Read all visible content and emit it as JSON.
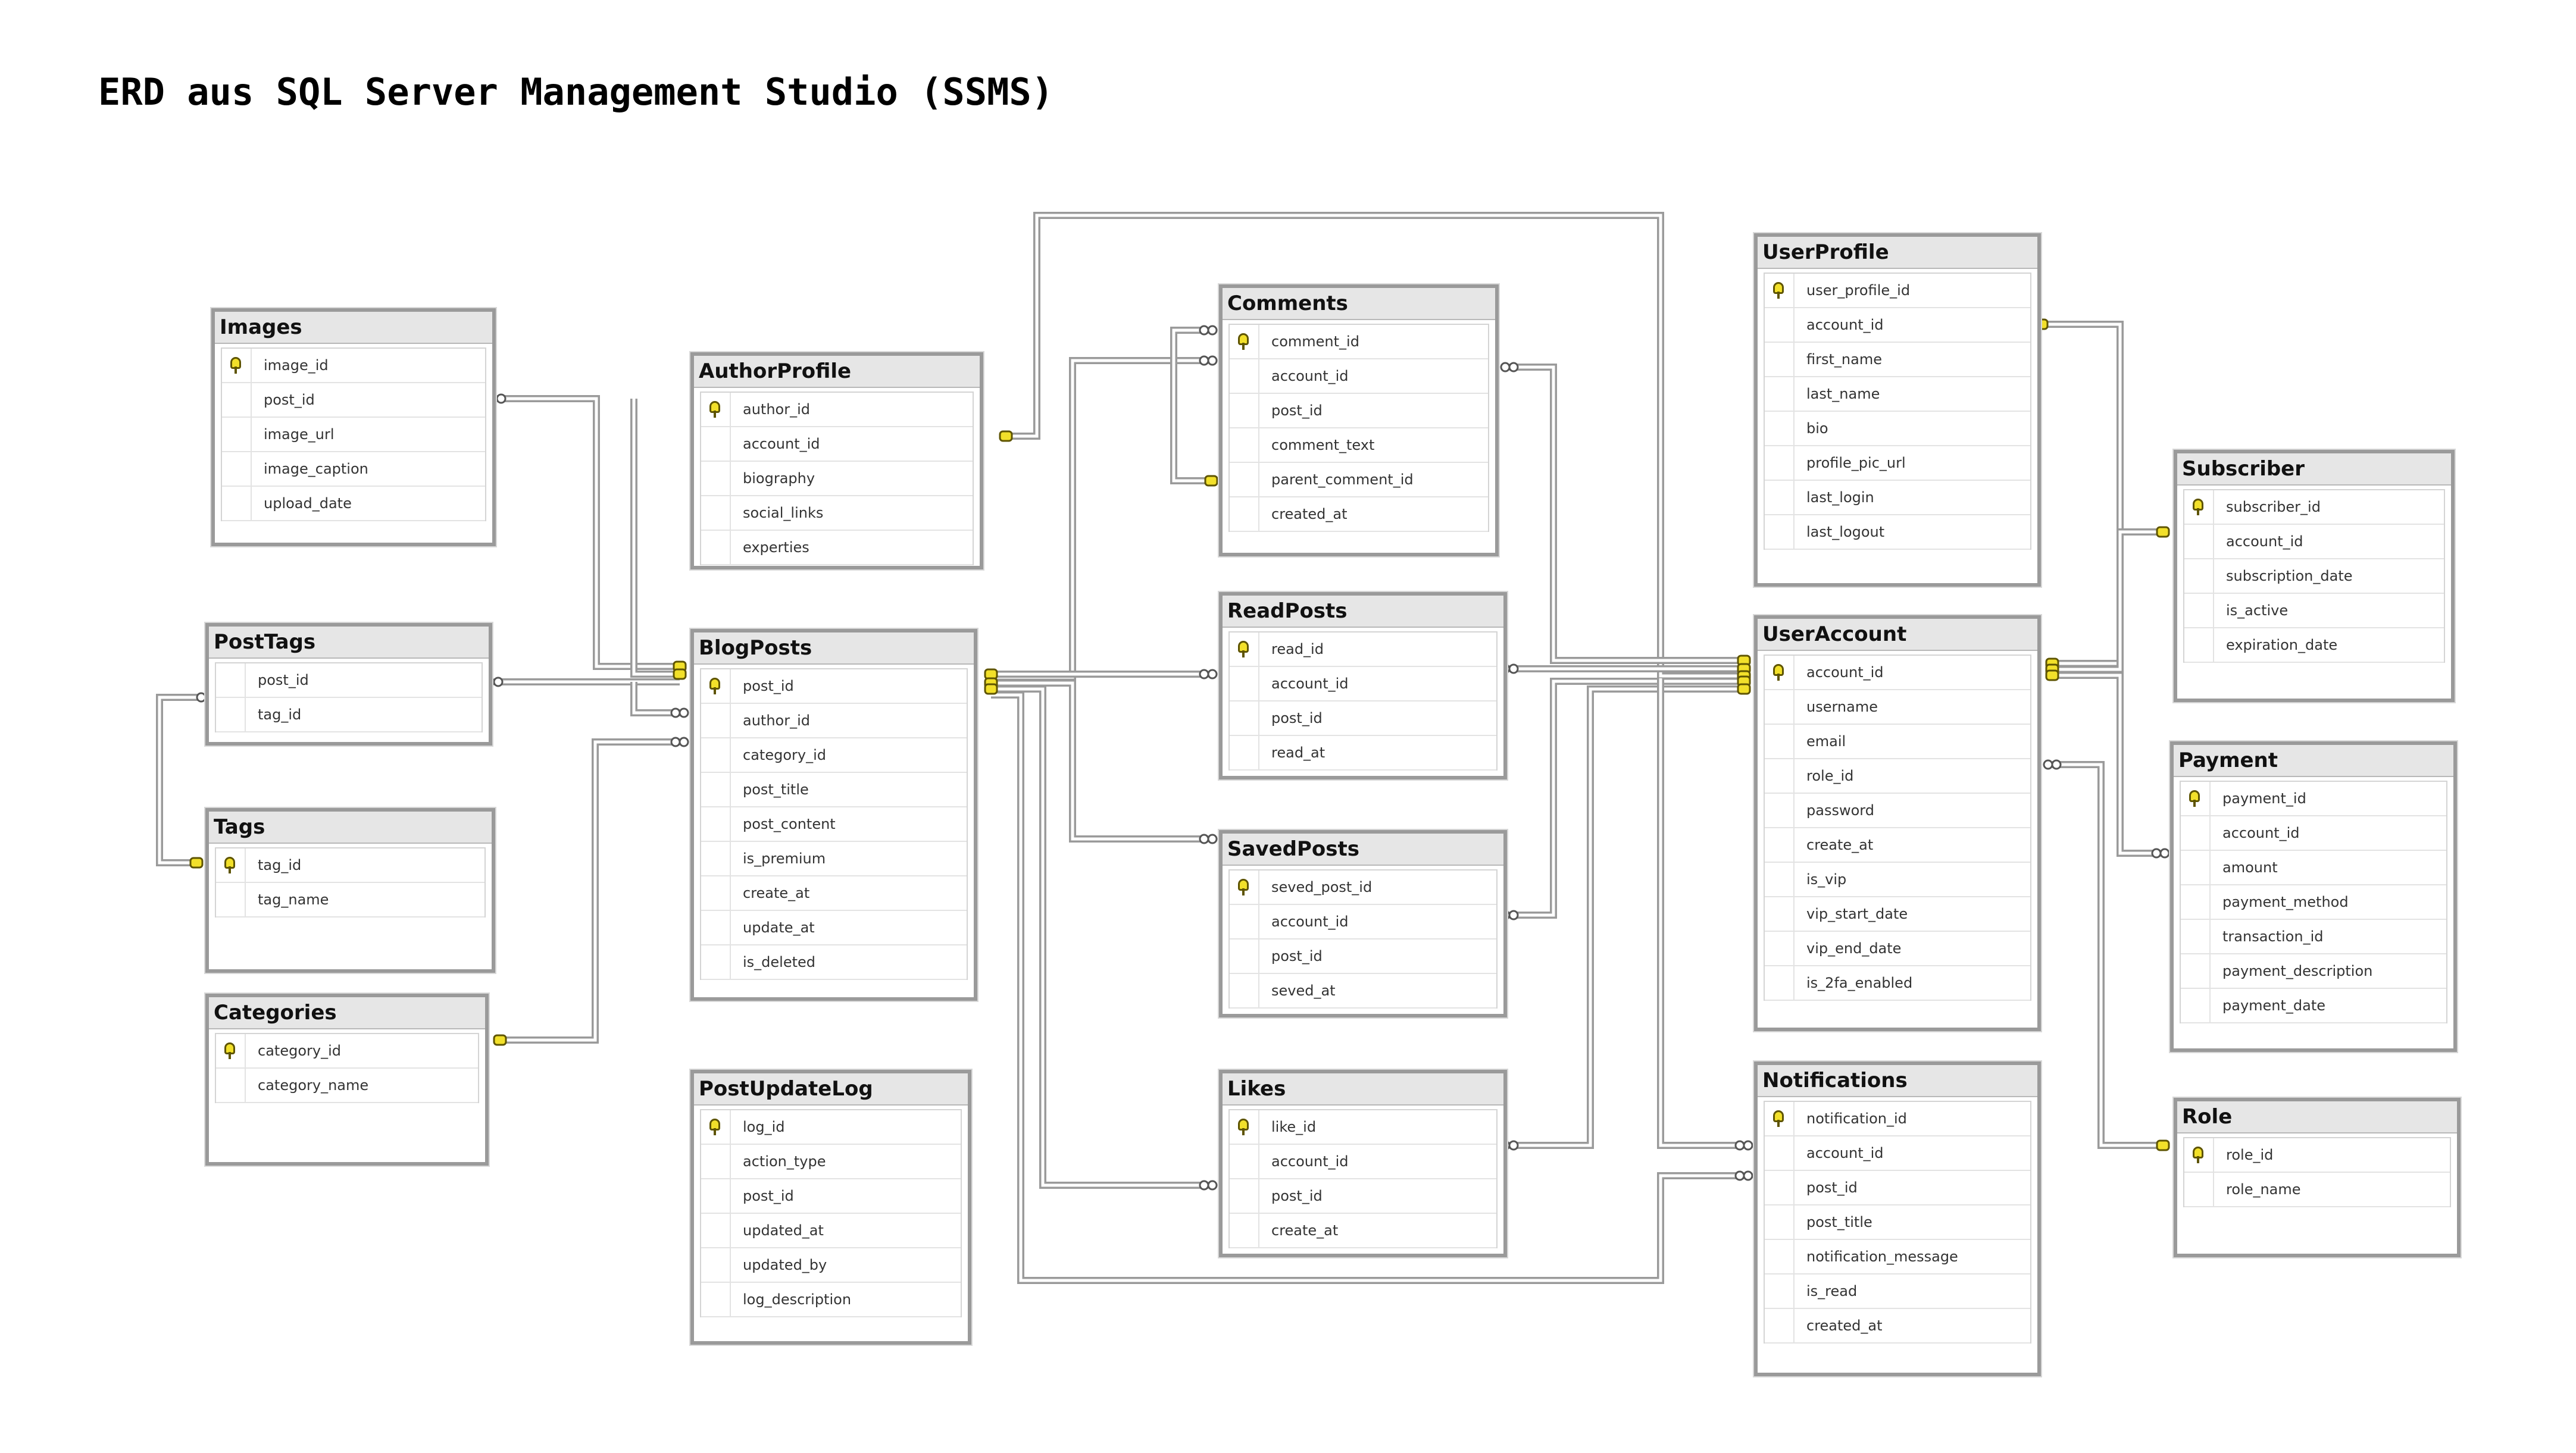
{
  "title": "ERD aus SQL Server Management Studio (SSMS)",
  "tables": [
    {
      "name": "Images",
      "columns": [
        {
          "name": "image_id",
          "pk": true
        },
        {
          "name": "post_id"
        },
        {
          "name": "image_url"
        },
        {
          "name": "image_caption"
        },
        {
          "name": "upload_date"
        }
      ]
    },
    {
      "name": "AuthorProfile",
      "columns": [
        {
          "name": "author_id",
          "pk": true
        },
        {
          "name": "account_id"
        },
        {
          "name": "biography"
        },
        {
          "name": "social_links"
        },
        {
          "name": "experties"
        }
      ]
    },
    {
      "name": "Comments",
      "columns": [
        {
          "name": "comment_id",
          "pk": true
        },
        {
          "name": "account_id"
        },
        {
          "name": "post_id"
        },
        {
          "name": "comment_text"
        },
        {
          "name": "parent_comment_id"
        },
        {
          "name": "created_at"
        }
      ]
    },
    {
      "name": "UserProfile",
      "columns": [
        {
          "name": "user_profile_id",
          "pk": true
        },
        {
          "name": "account_id"
        },
        {
          "name": "first_name"
        },
        {
          "name": "last_name"
        },
        {
          "name": "bio"
        },
        {
          "name": "profile_pic_url"
        },
        {
          "name": "last_login"
        },
        {
          "name": "last_logout"
        }
      ]
    },
    {
      "name": "Subscriber",
      "columns": [
        {
          "name": "subscriber_id",
          "pk": true
        },
        {
          "name": "account_id"
        },
        {
          "name": "subscription_date"
        },
        {
          "name": "is_active"
        },
        {
          "name": "expiration_date"
        }
      ]
    },
    {
      "name": "PostTags",
      "columns": [
        {
          "name": "post_id"
        },
        {
          "name": "tag_id"
        }
      ]
    },
    {
      "name": "BlogPosts",
      "columns": [
        {
          "name": "post_id",
          "pk": true
        },
        {
          "name": "author_id"
        },
        {
          "name": "category_id"
        },
        {
          "name": "post_title"
        },
        {
          "name": "post_content"
        },
        {
          "name": "is_premium"
        },
        {
          "name": "create_at"
        },
        {
          "name": "update_at"
        },
        {
          "name": "is_deleted"
        }
      ]
    },
    {
      "name": "ReadPosts",
      "columns": [
        {
          "name": "read_id",
          "pk": true
        },
        {
          "name": "account_id"
        },
        {
          "name": "post_id"
        },
        {
          "name": "read_at"
        }
      ]
    },
    {
      "name": "UserAccount",
      "columns": [
        {
          "name": "account_id",
          "pk": true
        },
        {
          "name": "username"
        },
        {
          "name": "email"
        },
        {
          "name": "role_id"
        },
        {
          "name": "password"
        },
        {
          "name": "create_at"
        },
        {
          "name": "is_vip"
        },
        {
          "name": "vip_start_date"
        },
        {
          "name": "vip_end_date"
        },
        {
          "name": "is_2fa_enabled"
        }
      ]
    },
    {
      "name": "Payment",
      "columns": [
        {
          "name": "payment_id",
          "pk": true
        },
        {
          "name": "account_id"
        },
        {
          "name": "amount"
        },
        {
          "name": "payment_method"
        },
        {
          "name": "transaction_id"
        },
        {
          "name": "payment_description"
        },
        {
          "name": "payment_date"
        }
      ]
    },
    {
      "name": "Tags",
      "columns": [
        {
          "name": "tag_id",
          "pk": true
        },
        {
          "name": "tag_name"
        }
      ]
    },
    {
      "name": "SavedPosts",
      "columns": [
        {
          "name": "seved_post_id",
          "pk": true
        },
        {
          "name": "account_id"
        },
        {
          "name": "post_id"
        },
        {
          "name": "seved_at"
        }
      ]
    },
    {
      "name": "Categories",
      "columns": [
        {
          "name": "category_id",
          "pk": true
        },
        {
          "name": "category_name"
        }
      ]
    },
    {
      "name": "PostUpdateLog",
      "columns": [
        {
          "name": "log_id",
          "pk": true
        },
        {
          "name": "action_type"
        },
        {
          "name": "post_id"
        },
        {
          "name": "updated_at"
        },
        {
          "name": "updated_by"
        },
        {
          "name": "log_description"
        }
      ]
    },
    {
      "name": "Likes",
      "columns": [
        {
          "name": "like_id",
          "pk": true
        },
        {
          "name": "account_id"
        },
        {
          "name": "post_id"
        },
        {
          "name": "create_at"
        }
      ]
    },
    {
      "name": "Notifications",
      "columns": [
        {
          "name": "notification_id",
          "pk": true
        },
        {
          "name": "account_id"
        },
        {
          "name": "post_id"
        },
        {
          "name": "post_title"
        },
        {
          "name": "notification_message"
        },
        {
          "name": "is_read"
        },
        {
          "name": "created_at"
        }
      ]
    },
    {
      "name": "Role",
      "columns": [
        {
          "name": "role_id",
          "pk": true
        },
        {
          "name": "role_name"
        }
      ]
    }
  ],
  "colors": {
    "line": "#9a9a9a",
    "border": "#9a9a9a",
    "header": "#e6e6e6",
    "key": "#f2e02a"
  }
}
